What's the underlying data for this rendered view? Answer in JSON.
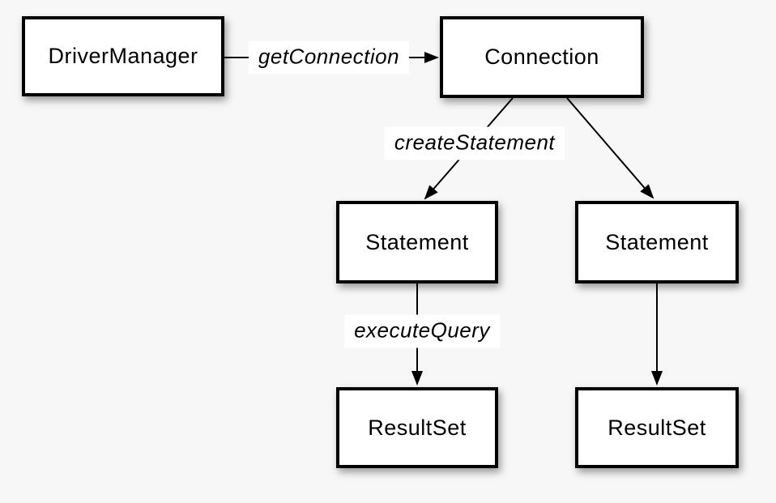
{
  "diagram": {
    "colors": {
      "background": "#f7f7f7",
      "node_fill": "#ffffff",
      "node_border": "#000000",
      "node_text": "#000000",
      "edge_line": "#000000",
      "edge_label_background": "#ffffff",
      "edge_label_text": "#000000"
    },
    "nodes": {
      "driver_manager": {
        "label": "DriverManager"
      },
      "connection": {
        "label": "Connection"
      },
      "statement_left": {
        "label": "Statement"
      },
      "statement_right": {
        "label": "Statement"
      },
      "result_set_left": {
        "label": "ResultSet"
      },
      "result_set_right": {
        "label": "ResultSet"
      }
    },
    "edges": {
      "get_connection": {
        "label": "getConnection"
      },
      "create_statement": {
        "label": "createStatement"
      },
      "execute_query": {
        "label": "executeQuery"
      }
    }
  }
}
